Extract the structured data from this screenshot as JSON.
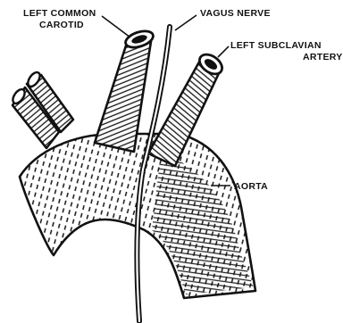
{
  "figure": {
    "labels": {
      "left_common_carotid_line1": "LEFT COMMON",
      "left_common_carotid_line2": "CAROTID",
      "vagus_nerve": "VAGUS NERVE",
      "left_subclavian_line1": "LEFT SUBCLAVIAN",
      "left_subclavian_line2": "ARTERY",
      "aorta": "AORTA"
    }
  }
}
